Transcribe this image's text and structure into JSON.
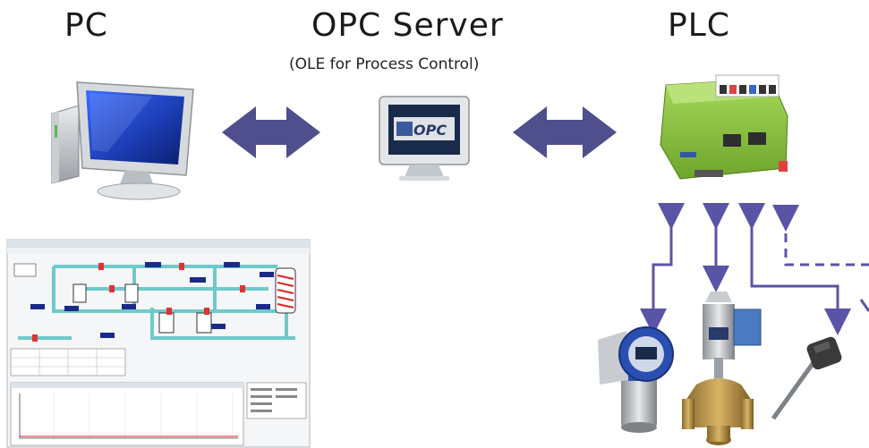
{
  "headings": {
    "pc": "PC",
    "server": "OPC Server",
    "server_sub": "(OLE for Process Control)",
    "plc": "PLC"
  },
  "logo": {
    "text": "OPC"
  },
  "colors": {
    "arrow": "#4e4f8c",
    "signal_line": "#5a54a6",
    "plc_green": "#8cc63f",
    "pipe": "#6fc9c9",
    "monitor_blue": "#1d3fb8"
  },
  "icons": [
    "computer-icon",
    "opc-server-icon",
    "plc-module-icon",
    "flow-meter-icon",
    "control-valve-icon",
    "temperature-probe-icon"
  ]
}
